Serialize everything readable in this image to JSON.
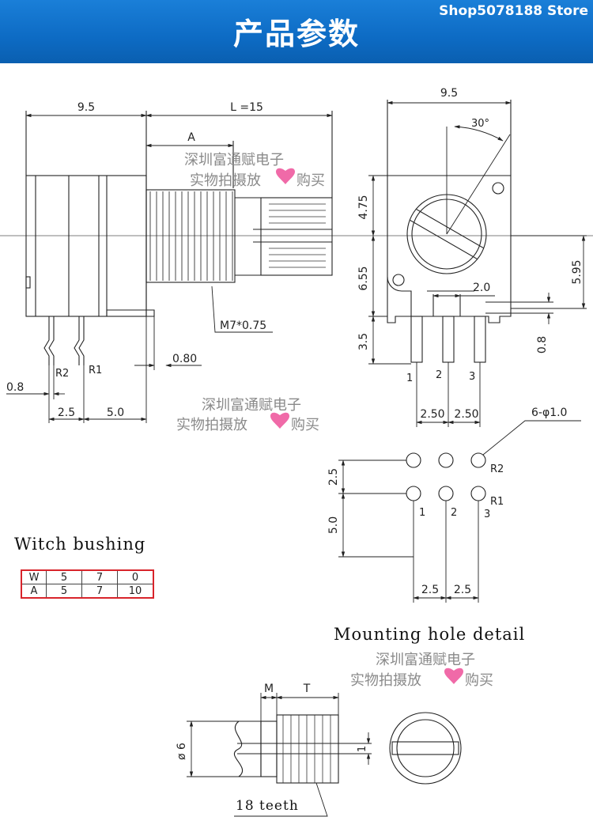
{
  "banner": {
    "title": "产品参数",
    "store": "Shop5078188 Store",
    "color": "#0d6bc4"
  },
  "watermark": {
    "line1": "深圳富通赋电子",
    "line2a": "实物拍摄放",
    "line2b": "购买",
    "heart_color": "#f06aa8"
  },
  "side_view": {
    "body_width": "9.5",
    "shaft_length": "L =15",
    "bushing_length": "A",
    "thread": "M7*0.75",
    "offset": "0.80",
    "pin_offset": "0.8",
    "pin_label_r2": "R2",
    "pin_label_r1": "R1",
    "pin_gap": "2.5",
    "pin_span": "5.0"
  },
  "front_view": {
    "width": "9.5",
    "angle": "30°",
    "top_height": "4.75",
    "bottom_height": "6.55",
    "right_height": "5.95",
    "slot": "2.0",
    "pin_length": "3.5",
    "pin_thickness": "0.8",
    "pins": [
      "1",
      "2",
      "3"
    ],
    "pin_pitch_a": "2.50",
    "pin_pitch_b": "2.50"
  },
  "hole_layout": {
    "holes": "6-φ1.0",
    "row_gap": "2.5",
    "row_offset": "5.0",
    "label_r2": "R2",
    "label_r1": "R1",
    "pins": [
      "1",
      "2",
      "3"
    ],
    "col_a": "2.5",
    "col_b": "2.5",
    "title": "Mounting hole detail"
  },
  "bushing_table": {
    "title": "Witch bushing",
    "border_color": "#d8242b",
    "rows": [
      {
        "head": "W",
        "values": [
          "5",
          "7",
          "0"
        ]
      },
      {
        "head": "A",
        "values": [
          "5",
          "7",
          "10"
        ]
      }
    ]
  },
  "shaft_detail": {
    "m": "M",
    "t": "T",
    "diameter": "ø 6",
    "flat": "1",
    "teeth": "18  teeth"
  }
}
